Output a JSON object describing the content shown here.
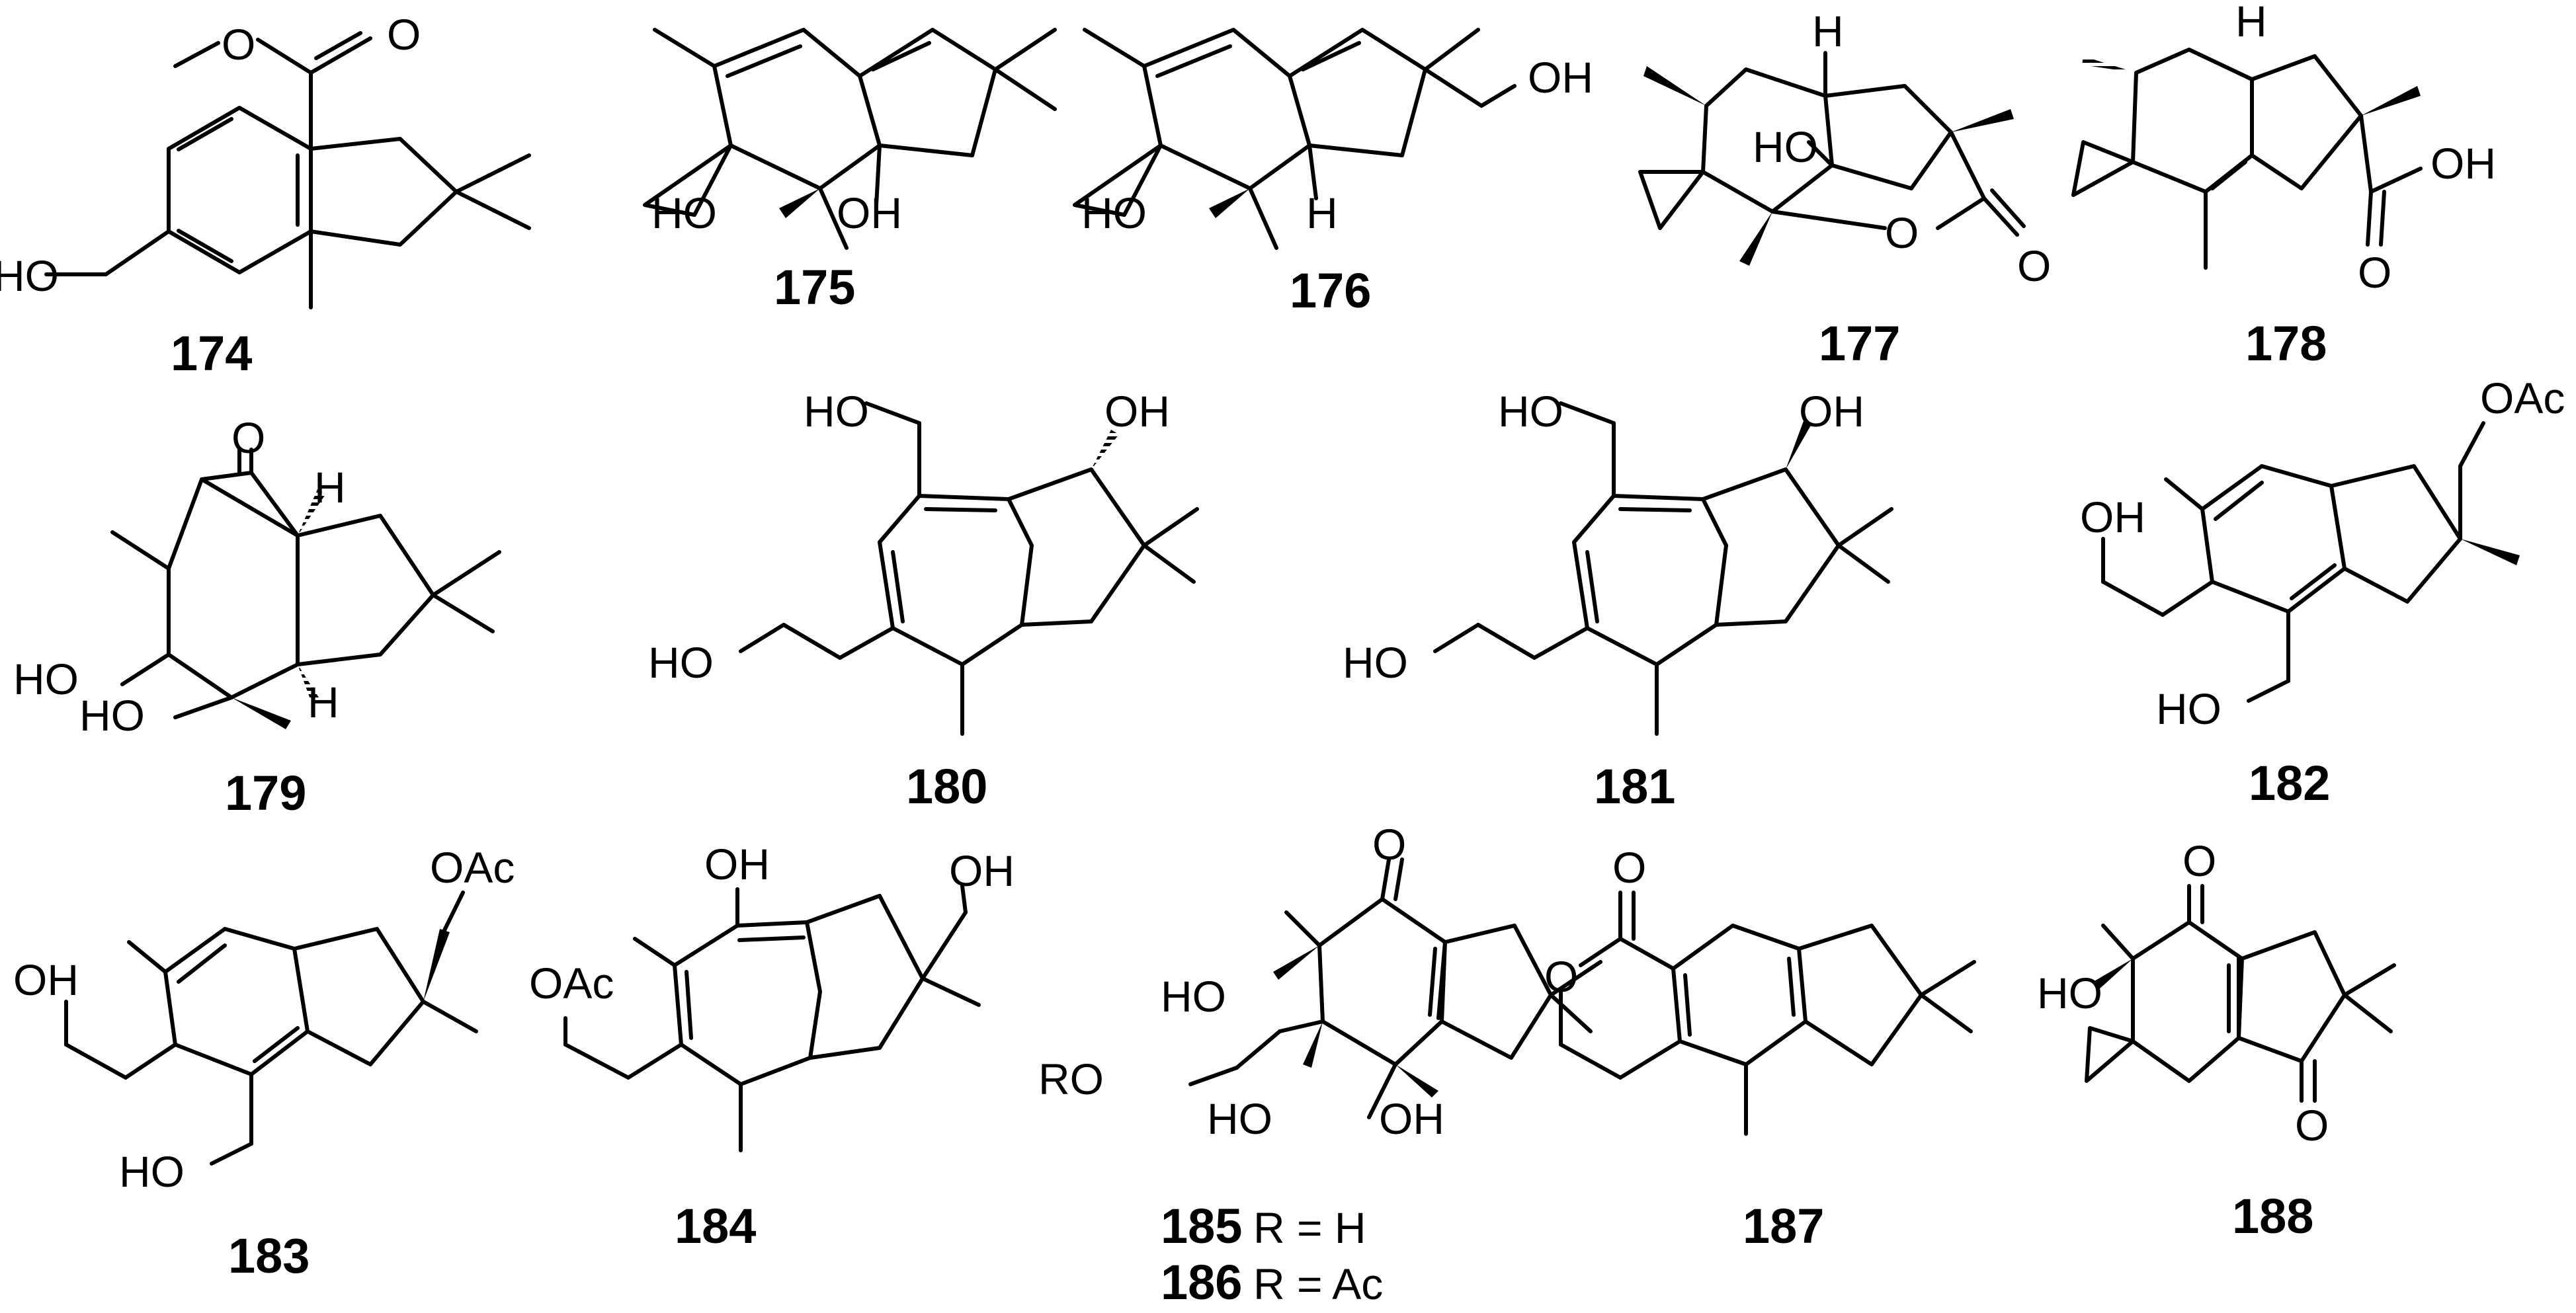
{
  "figure": {
    "compounds": [
      {
        "id": "174",
        "groups": [
          "O",
          "O",
          "HO"
        ]
      },
      {
        "id": "175",
        "groups": [
          "HO",
          "OH"
        ]
      },
      {
        "id": "176",
        "groups": [
          "OH",
          "HO",
          "H"
        ]
      },
      {
        "id": "177",
        "groups": [
          "H",
          "HO",
          "O",
          "O"
        ]
      },
      {
        "id": "178",
        "groups": [
          "H",
          "OH",
          "O"
        ]
      },
      {
        "id": "179",
        "groups": [
          "O",
          "H",
          "HO",
          "HO",
          "H"
        ]
      },
      {
        "id": "180",
        "groups": [
          "OH",
          "HO",
          "HO"
        ]
      },
      {
        "id": "181",
        "groups": [
          "OH",
          "HO",
          "HO"
        ]
      },
      {
        "id": "182",
        "groups": [
          "OAc",
          "OH",
          "HO"
        ]
      },
      {
        "id": "183",
        "groups": [
          "OAc",
          "OH",
          "HO"
        ]
      },
      {
        "id": "184",
        "groups": [
          "OH",
          "OH",
          "OAc"
        ]
      },
      {
        "id": "185",
        "r_text": "R = H",
        "groups": [
          "O",
          "HO",
          "RO",
          "HO",
          "OH"
        ]
      },
      {
        "id": "186",
        "r_text": "R = Ac"
      },
      {
        "id": "187",
        "groups": [
          "O",
          "O"
        ]
      },
      {
        "id": "188",
        "groups": [
          "O",
          "HO",
          "O"
        ]
      }
    ]
  }
}
